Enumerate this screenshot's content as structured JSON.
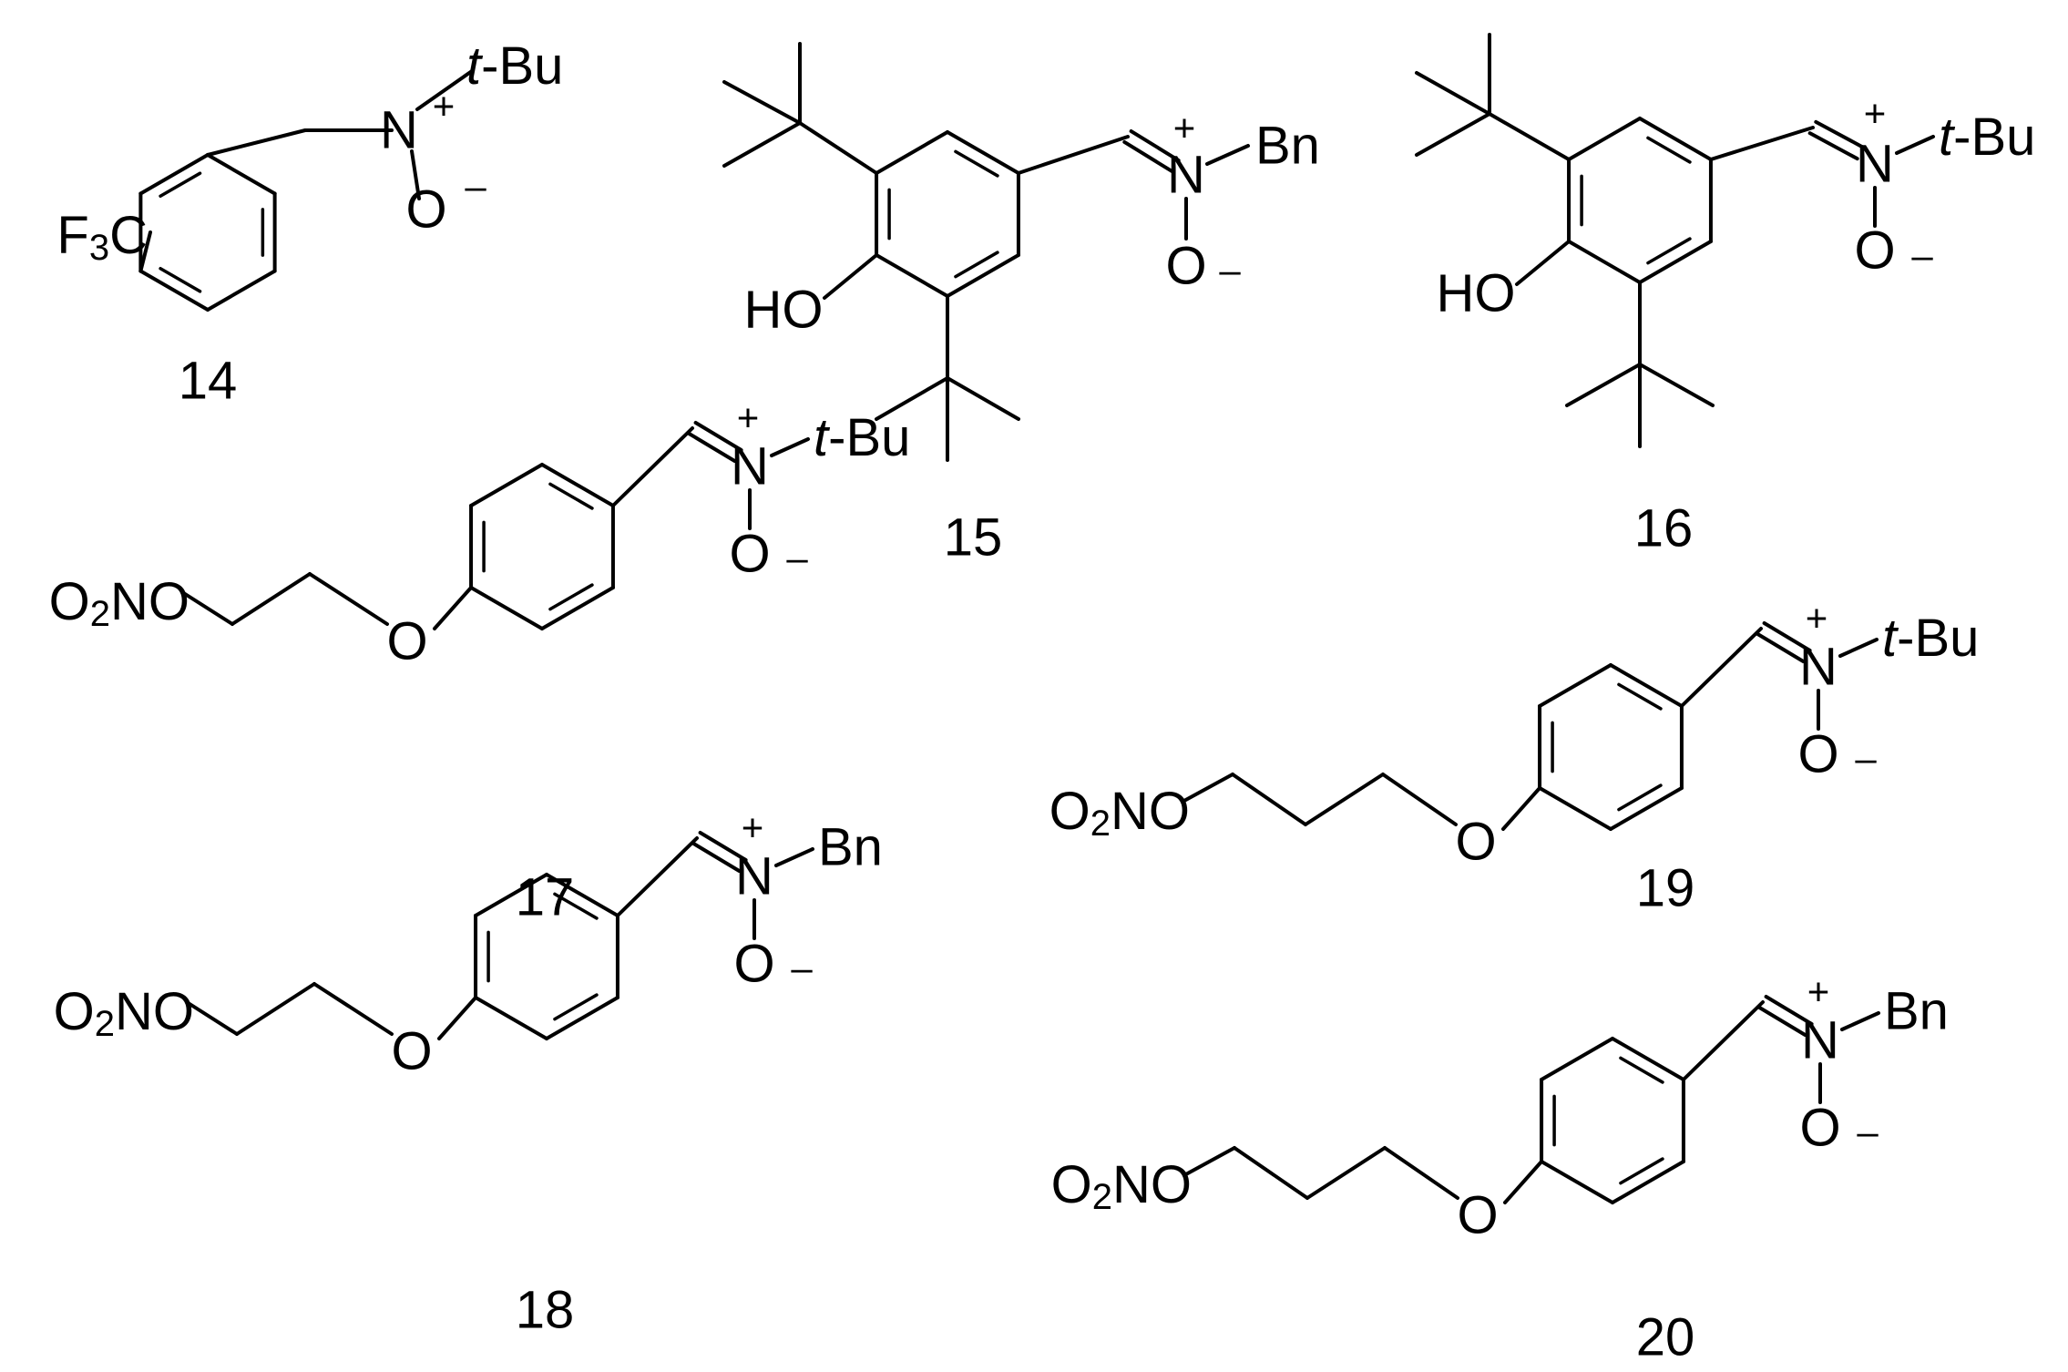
{
  "compounds": [
    {
      "id": "14",
      "substituent": "F3C",
      "n_group": "t-Bu",
      "nitrone": "N",
      "oxide": "O"
    },
    {
      "id": "15",
      "hydroxy": "HO",
      "n_group": "Bn",
      "nitrone": "N",
      "oxide": "O"
    },
    {
      "id": "16",
      "hydroxy": "HO",
      "n_group": "t-Bu",
      "nitrone": "N",
      "oxide": "O"
    },
    {
      "id": "17",
      "nitrate": "O2NO",
      "ether": "O",
      "n_group": "t-Bu",
      "nitrone": "N",
      "oxide": "O"
    },
    {
      "id": "18",
      "nitrate": "O2NO",
      "ether": "O",
      "n_group": "Bn",
      "nitrone": "N",
      "oxide": "O"
    },
    {
      "id": "19",
      "nitrate": "O2NO",
      "ether": "O",
      "n_group": "t-Bu",
      "nitrone": "N",
      "oxide": "O"
    },
    {
      "id": "20",
      "nitrate": "O2NO",
      "ether": "O",
      "n_group": "Bn",
      "nitrone": "N",
      "oxide": "O"
    }
  ],
  "glyphs": {
    "plus": "+",
    "minus": "–",
    "t": "t",
    "bu": "-Bu",
    "bn": "Bn",
    "f": "F",
    "three": "3",
    "c": "C",
    "two": "2",
    "no": "NO",
    "ho": "HO",
    "n": "N",
    "o": "O"
  }
}
